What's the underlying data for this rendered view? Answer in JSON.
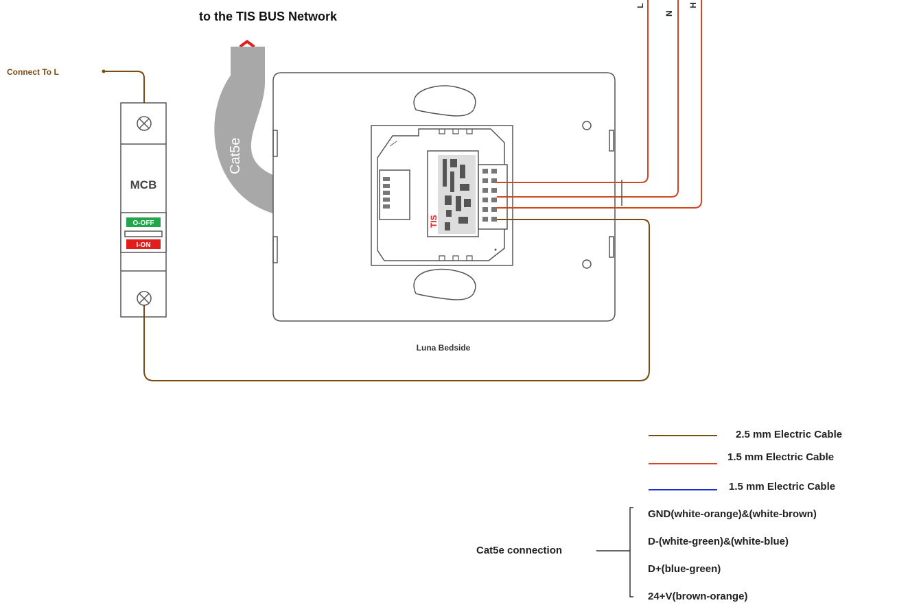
{
  "title": "to the TIS BUS Network",
  "cable_label": "Cat5e",
  "mcb": {
    "label": "MCB",
    "off_label": "O-OFF",
    "on_label": "I-ON",
    "connect_label": "Connect To L"
  },
  "device": {
    "brand": "TIS",
    "caption": "Luna Bedside"
  },
  "terminals": {
    "top_labels": [
      "L",
      "N",
      "H"
    ]
  },
  "legend": {
    "items": [
      {
        "label": "2.5 mm Electric Cable",
        "color": "#7a4a10"
      },
      {
        "label": "1.5 mm Electric Cable",
        "color": "#d2461e"
      },
      {
        "label": "1.5 mm Electric Cable",
        "color": "#1f2fd6"
      }
    ],
    "cat5e_title": "Cat5e connection",
    "cat5e_items": [
      "GND(white-orange)&(white-brown)",
      "D-(white-green)&(white-blue)",
      "D+(blue-green)",
      "24+V(brown-orange)"
    ]
  },
  "colors": {
    "brown": "#7a4a10",
    "orange": "#d2461e",
    "blue": "#1f2fd6",
    "green": "#22a64a",
    "red": "#e11d1d",
    "cable_gray": "#a8a8a8",
    "outline": "#555555"
  }
}
